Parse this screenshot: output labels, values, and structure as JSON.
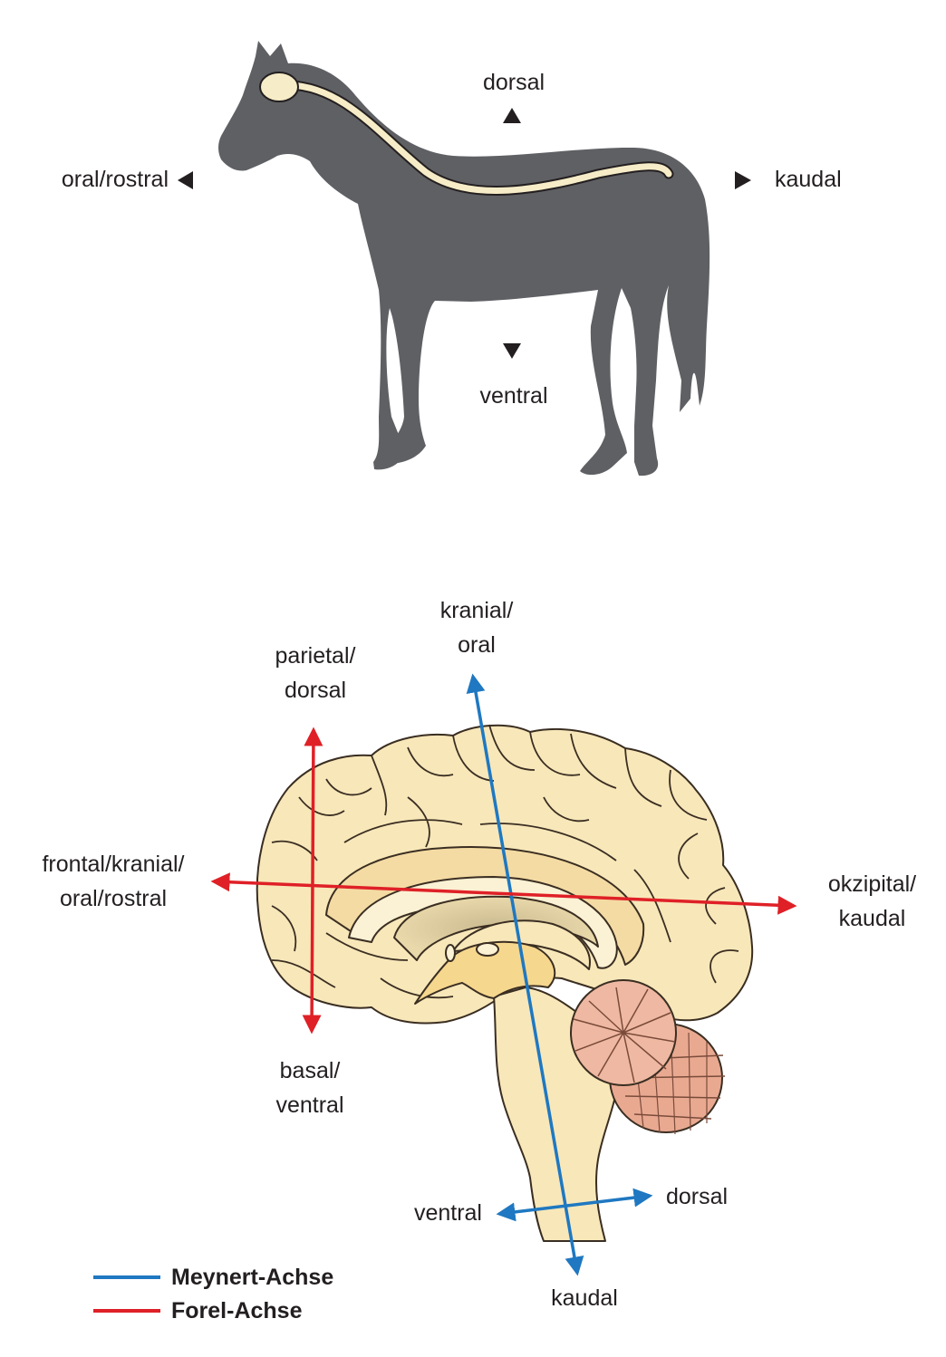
{
  "colors": {
    "horse_body": "#5f6064",
    "spinal_cord": "#f6ecc7",
    "brain_fill": "#f8e7b9",
    "brain_stroke": "#3a2e22",
    "cerebellum": "#efb8a2",
    "meynert_axis": "#1f78c1",
    "forel_axis": "#df2027",
    "text": "#231f20"
  },
  "horse": {
    "labels": {
      "dorsal": "dorsal",
      "ventral": "ventral",
      "oral": "oral/rostral",
      "caudal": "kaudal"
    },
    "icons": {
      "up": "triangle-up-icon",
      "down": "triangle-down-icon",
      "left": "triangle-left-icon",
      "right": "triangle-right-icon"
    }
  },
  "brain": {
    "labels": {
      "meynert_top": [
        "kranial/",
        "oral"
      ],
      "meynert_bottom": "kaudal",
      "brainstem_left": "ventral",
      "brainstem_right": "dorsal",
      "forel_top": [
        "parietal/",
        "dorsal"
      ],
      "forel_bottom": [
        "basal/",
        "ventral"
      ],
      "forel_left": [
        "frontal/kranial/",
        "oral/rostral"
      ],
      "forel_right": [
        "okzipital/",
        "kaudal"
      ]
    }
  },
  "legend": [
    {
      "label": "Meynert-Achse",
      "color": "#1f78c1"
    },
    {
      "label": "Forel-Achse",
      "color": "#df2027"
    }
  ]
}
